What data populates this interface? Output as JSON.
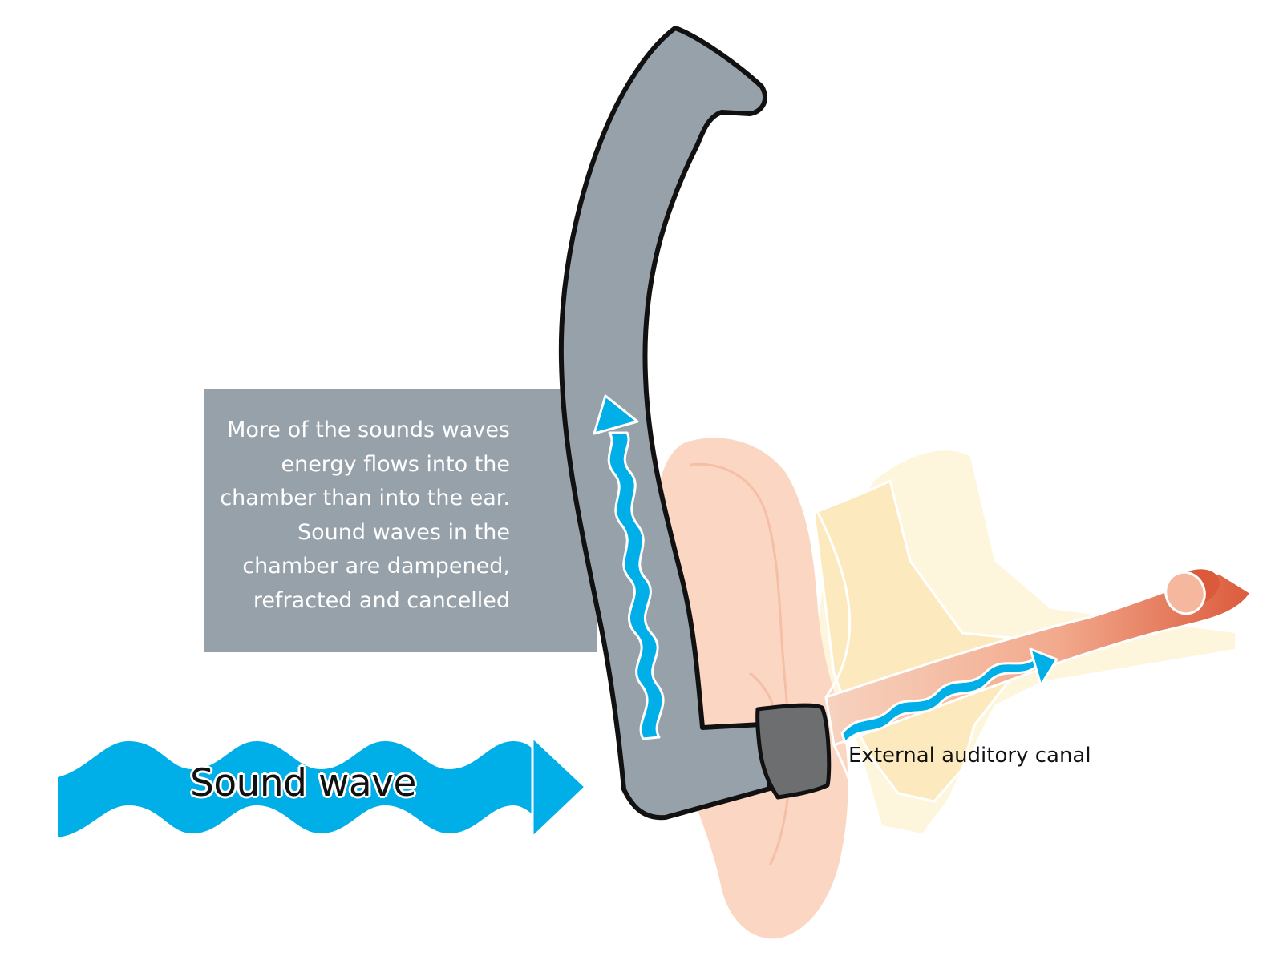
{
  "info_box": {
    "text": "More of the sounds waves\nenergy flows into the\nchamber than into the ear.\nSound waves in the\nchamber are dampened,\nrefracted and cancelled"
  },
  "labels": {
    "canal": "External auditory canal",
    "sound_wave": "Sound wave"
  },
  "colors": {
    "wave_blue": "#00aee8",
    "tube_gray": "#97a1aa",
    "plug_dark": "#6d6e70",
    "skin": "#fbd7c3",
    "bone": "#fdf0c4",
    "canal_red": "#e9765a",
    "outline": "#111111"
  }
}
